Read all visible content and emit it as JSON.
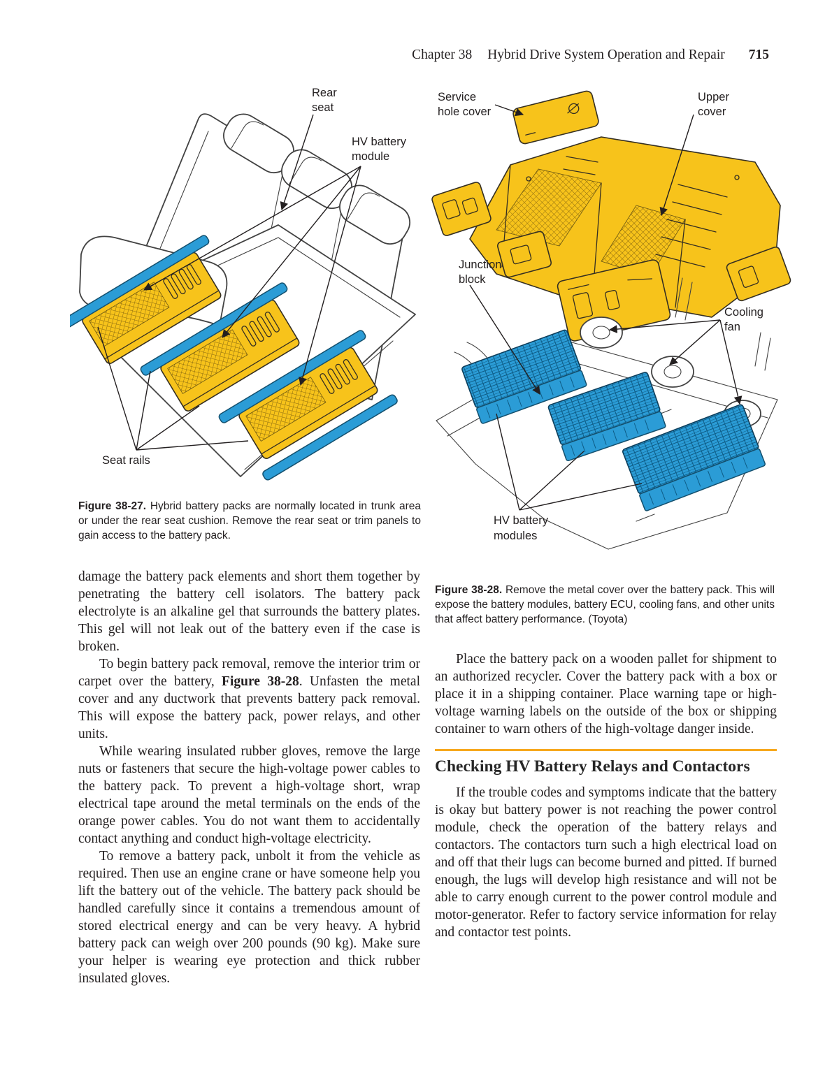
{
  "colors": {
    "yellow": "#f7c31b",
    "blue": "#2b9cd6",
    "orange": "#f7a81e",
    "line": "#424242",
    "text": "#231f20"
  },
  "header": {
    "chapter": "Chapter 38",
    "title": "Hybrid Drive System Operation and Repair",
    "page_number": "715"
  },
  "figures": {
    "fig27": {
      "labels": {
        "rear_seat": [
          "Rear",
          "seat"
        ],
        "hv_battery_module": [
          "HV battery",
          "module"
        ],
        "seat_rails": [
          "Seat rails"
        ]
      },
      "caption_label": "Figure 38-27.",
      "caption_text": "Hybrid battery packs are normally located in trunk area or under the rear seat cushion. Remove the rear seat or trim panels to gain access to the battery pack."
    },
    "fig28": {
      "labels": {
        "service_hole_cover": [
          "Service",
          "hole cover"
        ],
        "upper_cover": [
          "Upper",
          "cover"
        ],
        "junction_block": [
          "Junction",
          "block"
        ],
        "cooling_fan": [
          "Cooling",
          "fan"
        ],
        "hv_battery_modules": [
          "HV battery",
          "modules"
        ]
      },
      "caption_label": "Figure 38-28.",
      "caption_text": "Remove the metal cover over the battery pack. This will expose the battery modules, battery ECU, cooling fans, and other units that affect battery performance. (Toyota)"
    }
  },
  "left_column": {
    "p1": "damage the battery pack elements and short them together by penetrating the battery cell isolators. The battery pack electrolyte is an alkaline gel that surrounds the battery plates. This gel will not leak out of the battery even if the case is broken.",
    "p2_pre": "To begin battery pack removal, remove the interior trim or carpet over the battery, ",
    "p2_figref": "Figure 38-28",
    "p2_post": ". Unfasten the metal cover and any ductwork that prevents battery pack removal. This will expose the battery pack, power relays, and other units.",
    "p3": "While wearing insulated rubber gloves, remove the large nuts or fasteners that secure the high-voltage power cables to the battery pack. To prevent a high-voltage short, wrap electrical tape around the metal terminals on the ends of the orange power cables. You do not want them to accidentally contact anything and conduct high-voltage electricity.",
    "p4": "To remove a battery pack, unbolt it from the vehicle as required. Then use an engine crane or have someone help you lift the battery out of the vehicle. The battery pack should be handled carefully since it contains a tremendous amount of stored electrical energy and can be very heavy. A hybrid battery pack can weigh over 200 pounds (90 kg). Make sure your helper is wearing eye protection and thick rubber insulated gloves."
  },
  "right_column": {
    "p1": "Place the battery pack on a wooden pallet for shipment to an authorized recycler. Cover the battery pack with a box or place it in a shipping container. Place warning tape or high-voltage warning labels on the outside of the box or shipping container to warn others of the high-voltage danger inside.",
    "heading": "Checking HV Battery Relays and Contactors",
    "p2": "If the trouble codes and symptoms indicate that the battery is okay but battery power is not reaching the power control module, check the operation of the battery relays and contactors. The contactors turn such a high electrical load on and off that their lugs can become burned and pitted. If burned enough, the lugs will develop high resistance and will not be able to carry enough current to the power control module and motor-generator. Refer to factory service information for relay and contactor test points."
  }
}
